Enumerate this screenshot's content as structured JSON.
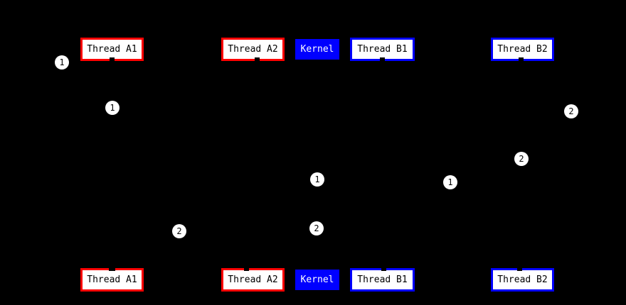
{
  "diagram": {
    "background_color": "#000000",
    "colors": {
      "thread_a_border": "#ff0000",
      "thread_b_border": "#0000ff",
      "kernel_fill": "#0000ff",
      "kernel_text": "#ffffff",
      "node_fill": "#ffffff",
      "node_text": "#000000",
      "badge_fill": "#ffffff",
      "badge_text": "#000000"
    },
    "top_row": [
      {
        "label": "Thread A1",
        "kind": "thread-a"
      },
      {
        "label": "Thread A2",
        "kind": "thread-a"
      },
      {
        "label": "Kernel",
        "kind": "kernel"
      },
      {
        "label": "Thread B1",
        "kind": "thread-b"
      },
      {
        "label": "Thread B2",
        "kind": "thread-b"
      }
    ],
    "bottom_row": [
      {
        "label": "Thread A1",
        "kind": "thread-a"
      },
      {
        "label": "Thread A2",
        "kind": "thread-a"
      },
      {
        "label": "Kernel",
        "kind": "kernel"
      },
      {
        "label": "Thread B1",
        "kind": "thread-b"
      },
      {
        "label": "Thread B2",
        "kind": "thread-b"
      }
    ],
    "badges": [
      {
        "label": "1"
      },
      {
        "label": "1"
      },
      {
        "label": "2"
      },
      {
        "label": "2"
      },
      {
        "label": "1"
      },
      {
        "label": "1"
      },
      {
        "label": "2"
      },
      {
        "label": "2"
      }
    ]
  }
}
